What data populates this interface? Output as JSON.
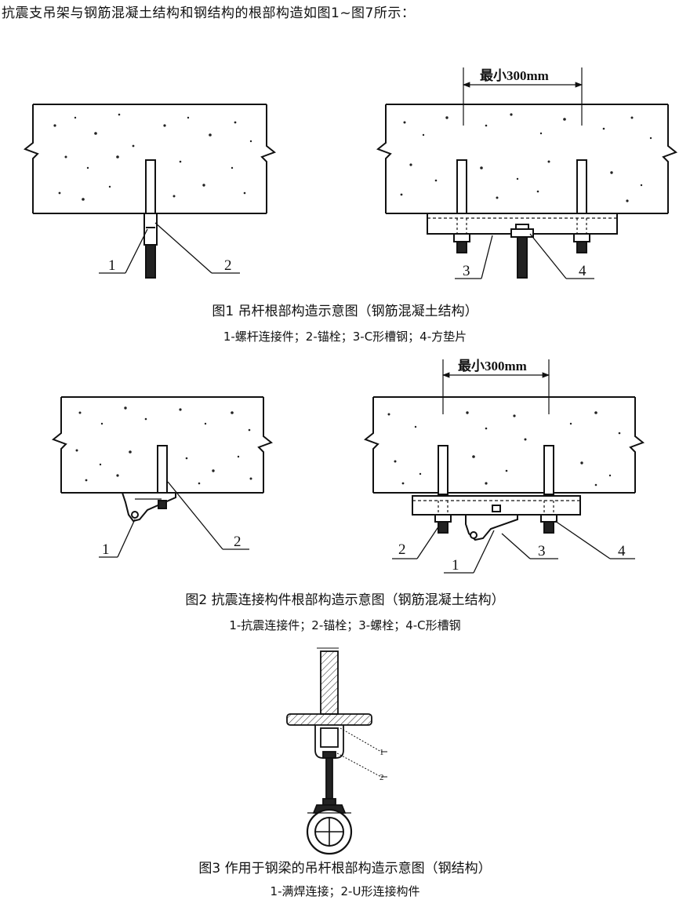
{
  "intro": "抗震支吊架与钢筋混凝土结构和钢结构的根部构造如图1~图7所示：",
  "fig1": {
    "caption": "图1   吊杆根部构造示意图（钢筋混凝土结构）",
    "legend": "1-螺杆连接件；2-锚栓；3-C形槽钢；4-方垫片",
    "left_labels": [
      "1",
      "2"
    ],
    "right_labels": [
      "3",
      "4"
    ],
    "dimension": "最小300mm"
  },
  "fig2": {
    "caption": "图2   抗震连接构件根部构造示意图（钢筋混凝土结构）",
    "legend": "1-抗震连接件；2-锚栓；3-螺栓；4-C形槽钢",
    "left_labels": [
      "1",
      "2"
    ],
    "right_labels": [
      "2",
      "1",
      "3",
      "4"
    ],
    "dimension": "最小300mm"
  },
  "fig3": {
    "caption": "图3   作用于钢梁的吊杆根部构造示意图（钢结构）",
    "legend": "1-满焊连接；2-U形连接构件",
    "labels": [
      "1",
      "2"
    ]
  }
}
